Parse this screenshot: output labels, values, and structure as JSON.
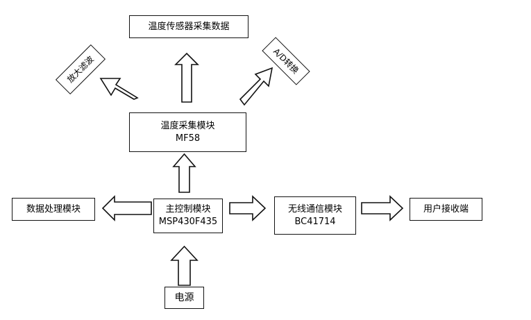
{
  "nodes": {
    "sensor_data": "温度传感器采集数据",
    "amplify_filter": "放大滤波",
    "ad_convert": "A/D转换",
    "temp_module": {
      "name": "温度采集模块",
      "model": "MF58"
    },
    "data_module": "数据处理模块",
    "main_controller": {
      "name": "主控制模块",
      "model": "MSP430F435"
    },
    "wireless_module": {
      "name": "无线通信模块",
      "model": "BC41714"
    },
    "user_end": "用户接收端",
    "power": "电源"
  },
  "colors": {
    "stroke": "#111111",
    "fill": "#ffffff"
  }
}
